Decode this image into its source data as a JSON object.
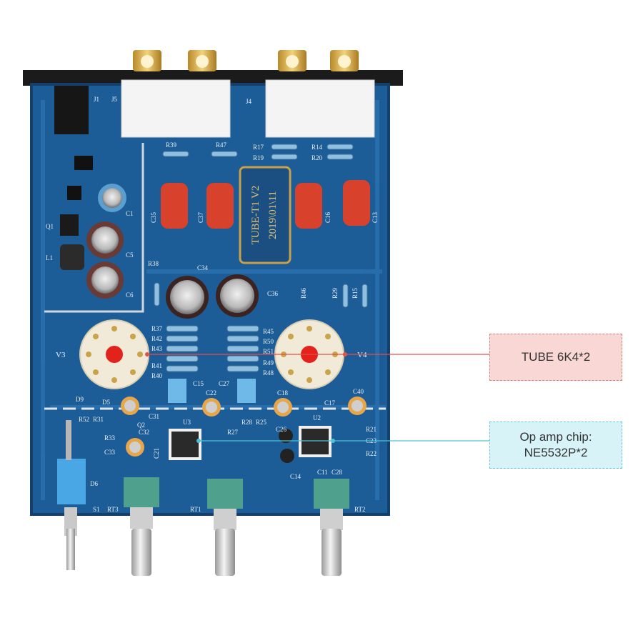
{
  "board": {
    "model": "TUBE-T1 V2",
    "date": "2019\\01\\11",
    "designators": {
      "jacks": [
        "J1",
        "J5",
        "J4"
      ],
      "tubes": [
        "V3",
        "V4"
      ],
      "chips": [
        "U3",
        "U2"
      ],
      "pots": [
        "RT3",
        "RT1",
        "RT2"
      ],
      "switch": "S1",
      "film_caps": [
        "C35",
        "C37",
        "C16",
        "C13"
      ],
      "elec_caps": [
        "C34",
        "C36",
        "C1",
        "C5",
        "C6"
      ],
      "resistors": [
        "R39",
        "R47",
        "R17",
        "R19",
        "R14",
        "R20",
        "R38",
        "R46",
        "R29",
        "R15",
        "R37",
        "R42",
        "R43",
        "R41",
        "R40",
        "R45",
        "R50",
        "R51",
        "R49",
        "R48"
      ],
      "small_caps": [
        "C15",
        "C27",
        "C22",
        "C18",
        "C40",
        "C17",
        "C31",
        "C32",
        "C33",
        "C21",
        "C23",
        "C26",
        "C14",
        "C11",
        "C28"
      ],
      "misc": [
        "D9",
        "D5",
        "D6",
        "Q1",
        "Q2",
        "L1",
        "R52",
        "R31",
        "R33",
        "R21",
        "R22",
        "R28",
        "R25",
        "R27"
      ]
    }
  },
  "callouts": {
    "tube": "TUBE 6K4*2",
    "opamp_line1": "Op amp chip:",
    "opamp_line2": "NE5532P*2"
  },
  "colors": {
    "pcb": "#1d5d97",
    "pcb_dark": "#143f6b",
    "silkscreen": "#e8eef5",
    "film_cap": "#d8412b",
    "tube_socket": "#f2ead8",
    "tube_glow": "#e3221b",
    "pot": "#4fa08c",
    "tube_callout_bg": "#f8d7d4",
    "opamp_callout_bg": "#d8f3f7",
    "tube_line": "#e2504a",
    "opamp_line": "#4cc3d2"
  }
}
